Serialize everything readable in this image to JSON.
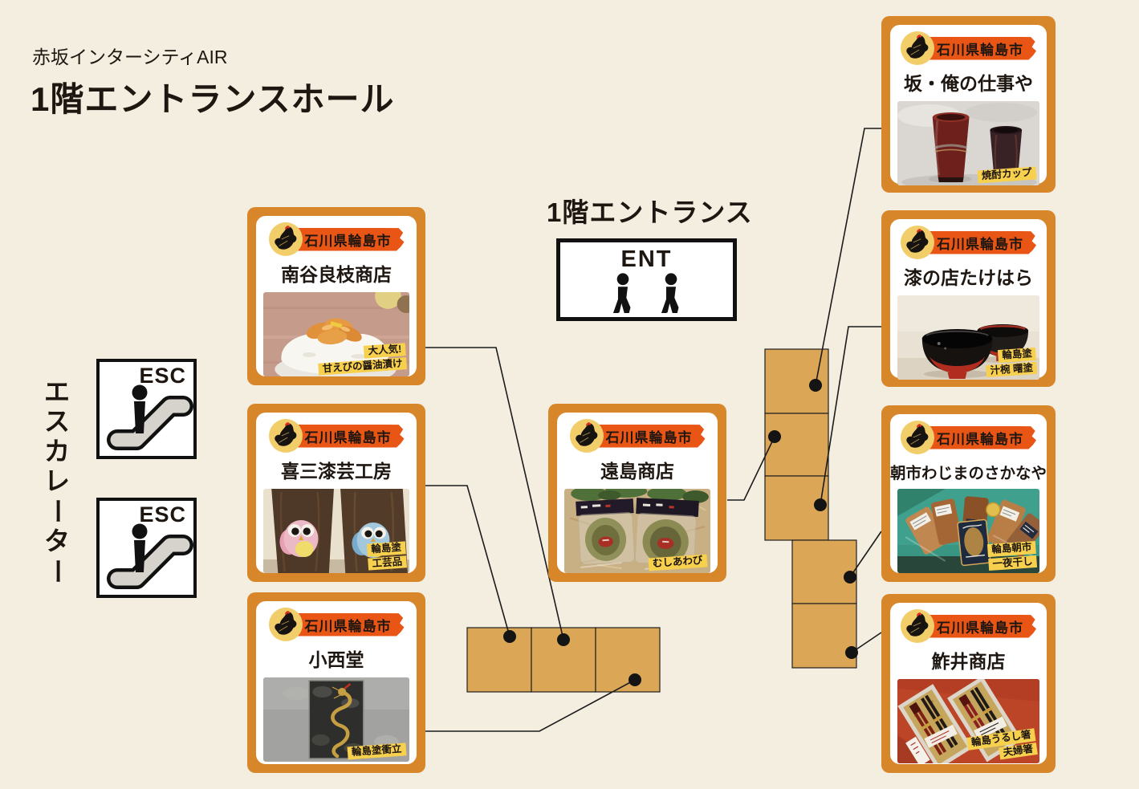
{
  "page": {
    "subtitle": "赤坂インターシティAIR",
    "title": "1階エントランスホール"
  },
  "entrance": {
    "label": "1階エントランス",
    "sign": "ENT"
  },
  "escalator": {
    "label": "エスカレーター",
    "sign": "ESC"
  },
  "badge": {
    "region": "石川県輪島市"
  },
  "colors": {
    "background": "#F3EEDF",
    "card-border": "#D8862A",
    "banner": "#E95514",
    "badge-circle": "#F2CE6B",
    "tag-bg": "#F7D04E",
    "booth-fill": "#DBA757",
    "ink": "#1E1611"
  },
  "cards": [
    {
      "name": "南谷良枝商店",
      "tags": [
        "大人気!",
        "甘えびの醤油漬け"
      ]
    },
    {
      "name": "喜三漆芸工房",
      "tags": [
        "輪島塗",
        "工芸品"
      ]
    },
    {
      "name": "小西堂",
      "tags": [
        "輪島塗衝立"
      ]
    },
    {
      "name": "遠島商店",
      "tags": [
        "むしあわび"
      ]
    },
    {
      "name": "坂・俺の仕事や",
      "tags": [
        "焼酎カップ"
      ]
    },
    {
      "name": "漆の店たけはら",
      "tags": [
        "輪島塗",
        "汁椀 曙塗"
      ]
    },
    {
      "name": "朝市わじまのさかなや",
      "tags": [
        "輪島朝市",
        "一夜干し"
      ]
    },
    {
      "name": "鮓井商店",
      "tags": [
        "輪島うるし箸",
        "夫婦箸"
      ]
    }
  ]
}
